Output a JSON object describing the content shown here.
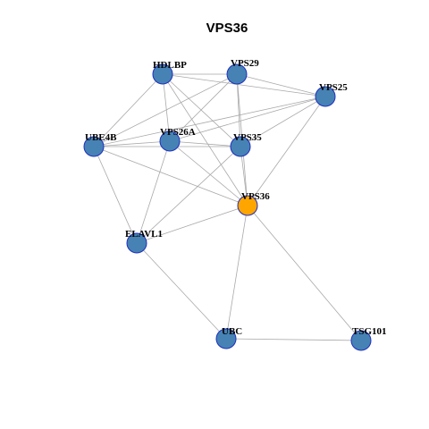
{
  "title": "VPS36",
  "colors": {
    "node_default": "#4682b4",
    "node_query": "#ffa500",
    "node_border": "#1f2fbf",
    "edge": "#a9a9a9"
  },
  "nodes": [
    {
      "id": "HDLBP",
      "label": "HDLBP",
      "query": false
    },
    {
      "id": "VPS29",
      "label": "VPS29",
      "query": false
    },
    {
      "id": "VPS25",
      "label": "VPS25",
      "query": false
    },
    {
      "id": "UBE4B",
      "label": "UBE4B",
      "query": false
    },
    {
      "id": "VPS26A",
      "label": "VPS26A",
      "query": false
    },
    {
      "id": "VPS35",
      "label": "VPS35",
      "query": false
    },
    {
      "id": "VPS36",
      "label": "VPS36",
      "query": true
    },
    {
      "id": "ELAVL1",
      "label": "ELAVL1",
      "query": false
    },
    {
      "id": "UBC",
      "label": "UBC",
      "query": false
    },
    {
      "id": "TSG101",
      "label": "TSG101",
      "query": false
    }
  ],
  "edges": [
    [
      "HDLBP",
      "VPS29"
    ],
    [
      "HDLBP",
      "VPS25"
    ],
    [
      "HDLBP",
      "UBE4B"
    ],
    [
      "HDLBP",
      "VPS26A"
    ],
    [
      "HDLBP",
      "VPS35"
    ],
    [
      "HDLBP",
      "VPS36"
    ],
    [
      "VPS29",
      "VPS25"
    ],
    [
      "VPS29",
      "UBE4B"
    ],
    [
      "VPS29",
      "VPS26A"
    ],
    [
      "VPS29",
      "VPS35"
    ],
    [
      "VPS29",
      "VPS36"
    ],
    [
      "VPS25",
      "UBE4B"
    ],
    [
      "VPS25",
      "VPS26A"
    ],
    [
      "VPS25",
      "VPS35"
    ],
    [
      "VPS25",
      "VPS36"
    ],
    [
      "UBE4B",
      "VPS26A"
    ],
    [
      "UBE4B",
      "VPS35"
    ],
    [
      "UBE4B",
      "VPS36"
    ],
    [
      "UBE4B",
      "ELAVL1"
    ],
    [
      "VPS26A",
      "VPS35"
    ],
    [
      "VPS26A",
      "VPS36"
    ],
    [
      "VPS26A",
      "ELAVL1"
    ],
    [
      "VPS35",
      "VPS36"
    ],
    [
      "VPS35",
      "ELAVL1"
    ],
    [
      "VPS36",
      "ELAVL1"
    ],
    [
      "VPS36",
      "UBC"
    ],
    [
      "VPS36",
      "TSG101"
    ],
    [
      "ELAVL1",
      "UBC"
    ],
    [
      "UBC",
      "TSG101"
    ]
  ]
}
